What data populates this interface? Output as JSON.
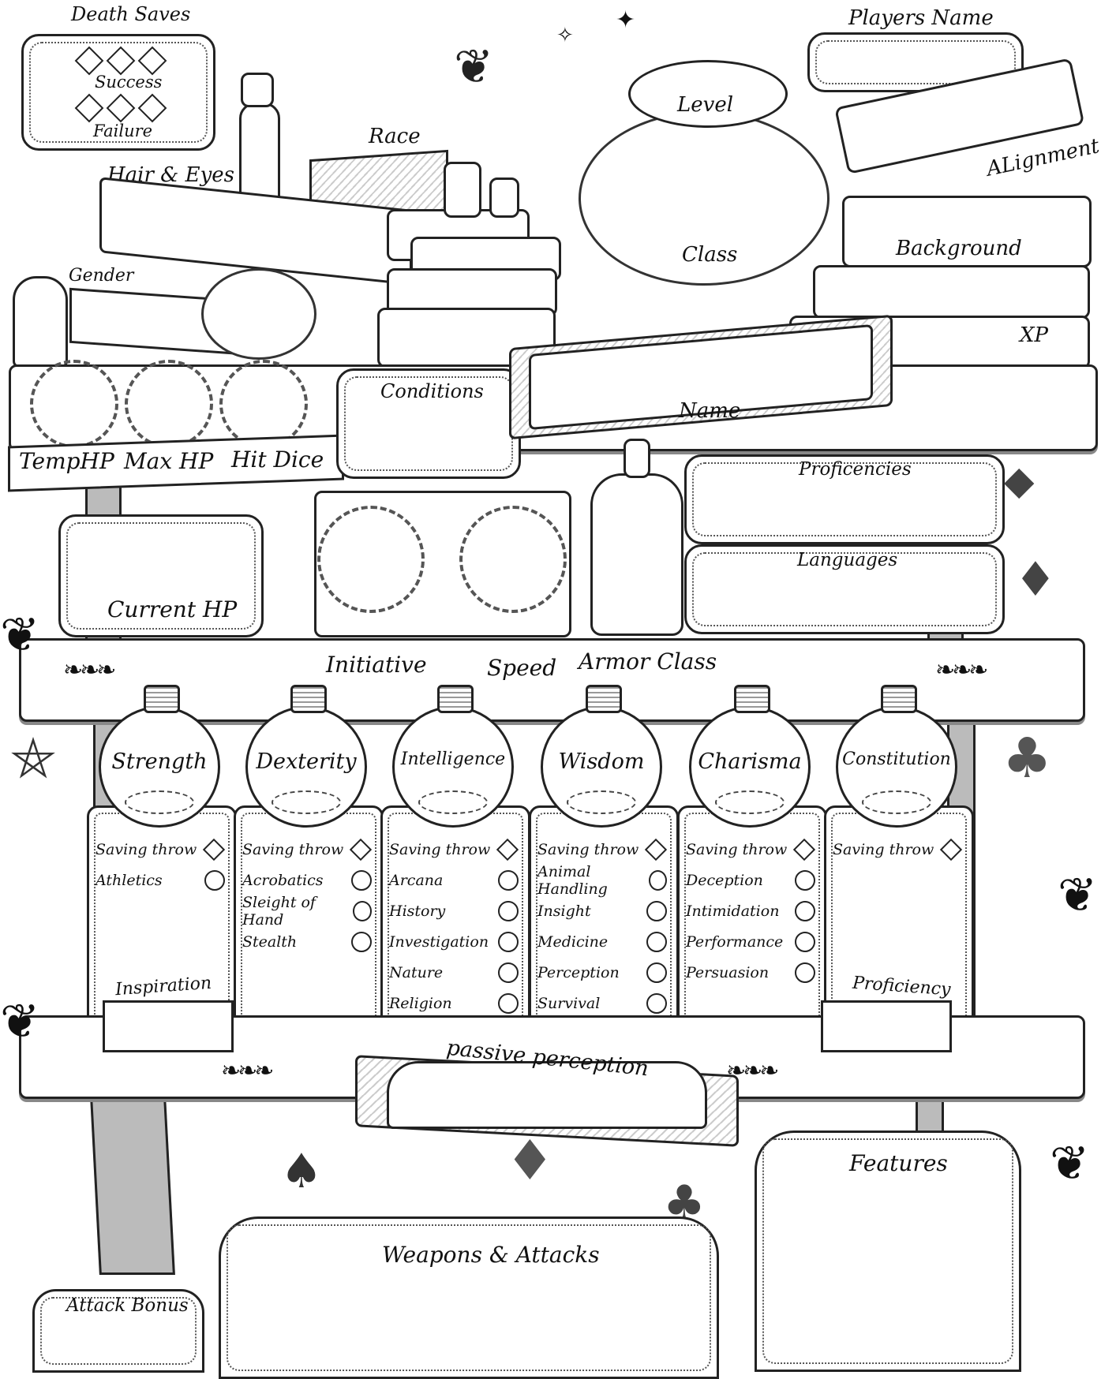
{
  "death_saves": {
    "title": "Death Saves",
    "success": "Success",
    "failure": "Failure"
  },
  "players_name": {
    "label": "Players Name"
  },
  "level": {
    "label": "Level"
  },
  "class": {
    "label": "Class"
  },
  "race": {
    "label": "Race"
  },
  "hair_eyes": {
    "label": "Hair & Eyes"
  },
  "alignment": {
    "label": "ALignment"
  },
  "background": {
    "label": "Background"
  },
  "xp": {
    "label": "XP"
  },
  "gender": {
    "label": "Gender"
  },
  "hp": {
    "temp": "TempHP",
    "max": "Max HP",
    "hit_dice": "Hit Dice",
    "current": "Current HP"
  },
  "conditions": {
    "label": "Conditions"
  },
  "name": {
    "label": "Name"
  },
  "proficiencies": {
    "label": "Proficencies"
  },
  "languages": {
    "label": "Languages"
  },
  "combat": {
    "initiative": "Initiative",
    "speed": "Speed",
    "armor_class": "Armor Class"
  },
  "stats": [
    {
      "name": "Strength",
      "skills": [
        "Saving throw",
        "Athletics"
      ]
    },
    {
      "name": "Dexterity",
      "skills": [
        "Saving throw",
        "Acrobatics",
        "Sleight of Hand",
        "Stealth"
      ]
    },
    {
      "name": "Intelligence",
      "skills": [
        "Saving throw",
        "Arcana",
        "History",
        "Investigation",
        "Nature",
        "Religion"
      ]
    },
    {
      "name": "Wisdom",
      "skills": [
        "Saving throw",
        "Animal Handling",
        "Insight",
        "Medicine",
        "Perception",
        "Survival"
      ]
    },
    {
      "name": "Charisma",
      "skills": [
        "Saving throw",
        "Deception",
        "Intimidation",
        "Performance",
        "Persuasion"
      ]
    },
    {
      "name": "Constitution",
      "skills": [
        "Saving throw"
      ]
    }
  ],
  "inspiration": {
    "label": "Inspiration"
  },
  "proficiency": {
    "label": "Proficiency"
  },
  "passive_perception": {
    "label": "passive perception"
  },
  "features": {
    "label": "Features"
  },
  "weapons": {
    "label": "Weapons & Attacks"
  },
  "attack_bonus": {
    "label": "Attack Bonus"
  }
}
